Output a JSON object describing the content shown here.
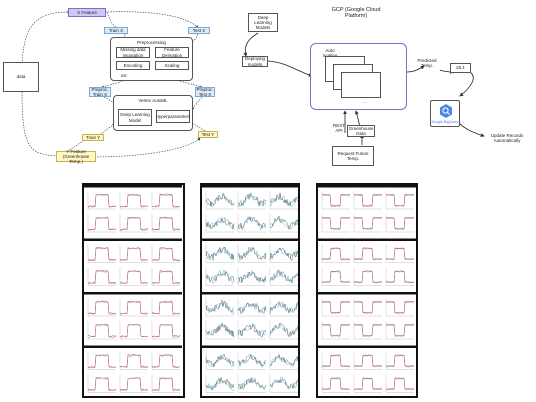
{
  "flow": {
    "data": "data",
    "x_feature": "X Feature",
    "train_x": "Train X",
    "test_x": "Test X",
    "preprocessing": "Preprocessing",
    "missing": "Missing data imputation",
    "feature_der": "Feature Derivation",
    "encoding": "Encoding",
    "scaling": "Scaling",
    "etc": "etc",
    "pre_train_x": "Preproc. Train X",
    "pre_test_x": "Preproc. Test X",
    "automl": "Vertex AutoML",
    "dl_model": "Deep Learning Model",
    "hyperparam": "Hyperparameters",
    "train_y": "Train Y",
    "test_y": "Test Y",
    "y_feature": "Y Feature (Greenhouse Temp.)"
  },
  "gcp": {
    "dl_models": "Deep Learning Models",
    "deploying": "Deploying models",
    "title": "GCP (Google Cloud Platform)",
    "autoscaling": "Auto Scaling",
    "dots": "...",
    "predicted": "Predicted Temp.",
    "value": "25.1",
    "bigquery": "Google BigQuery",
    "update": "Update Records Automatically",
    "rest_api": "REST API",
    "gh_data": "Greenhouse Data",
    "request": "Request Future Temp."
  },
  "colors": {
    "purple": "#7d6fcf",
    "blue": "#7aa9d6",
    "yellow": "#c9b24a",
    "bigquery": "#4a86e8",
    "red": "#e05a5a",
    "teal": "#4aa8c9",
    "gray": "#555555"
  }
}
